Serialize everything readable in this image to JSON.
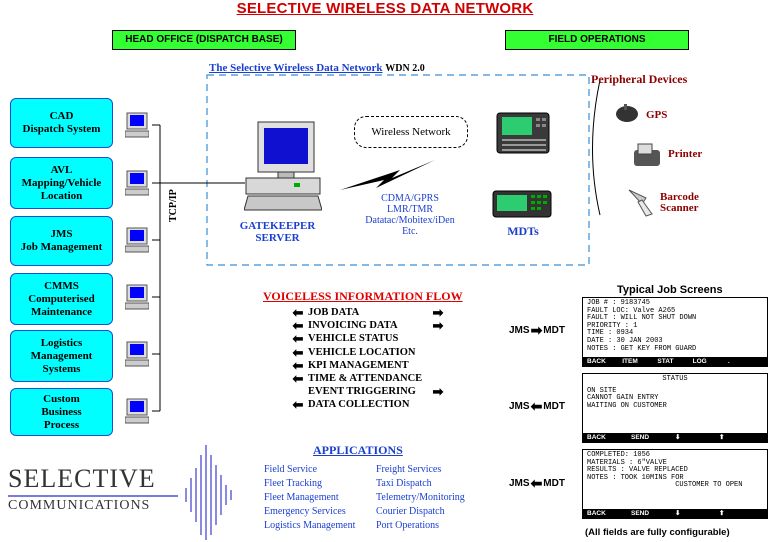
{
  "title": "SELECTIVE WIRELESS DATA NETWORK",
  "headers": {
    "head_office": "HEAD OFFICE (DISPATCH BASE)",
    "field_ops": "FIELD OPERATIONS"
  },
  "network_label": {
    "main": "The Selective Wireless Data Network",
    "version": "WDN 2.0"
  },
  "systems": [
    {
      "label": "CAD\nDispatch System"
    },
    {
      "label": "AVL\nMapping/Vehicle\nLocation"
    },
    {
      "label": "JMS\nJob Management"
    },
    {
      "label": "CMMS\nComputerised\nMaintenance"
    },
    {
      "label": "Logistics\nManagement\nSystems"
    },
    {
      "label": "Custom\nBusiness\nProcess"
    }
  ],
  "tcpip": "TCP/IP",
  "gatekeeper": {
    "line1": "GATEKEEPER",
    "line2": "SERVER"
  },
  "wireless": "Wireless Network",
  "networks": [
    "CDMA/GPRS",
    "LMR/TMR",
    "Datatac/Mobitex/iDen",
    "Etc."
  ],
  "mdts": "MDTs",
  "peripherals": {
    "title": "Peripheral Devices",
    "gps": "GPS",
    "printer": "Printer",
    "barcode": "Barcode\nScanner"
  },
  "flow": {
    "title": "VOICELESS INFORMATION FLOW",
    "items": [
      {
        "label": "JOB DATA",
        "left": true,
        "right": true
      },
      {
        "label": "INVOICING DATA",
        "left": true,
        "right": true
      },
      {
        "label": "VEHICLE STATUS",
        "left": true,
        "right": false
      },
      {
        "label": "VEHICLE LOCATION",
        "left": true,
        "right": false
      },
      {
        "label": "KPI MANAGEMENT",
        "left": true,
        "right": false
      },
      {
        "label": "TIME & ATTENDANCE",
        "left": true,
        "right": false
      },
      {
        "label": "EVENT TRIGGERING",
        "left": false,
        "right": true
      },
      {
        "label": "DATA COLLECTION",
        "left": true,
        "right": false
      }
    ]
  },
  "applications": {
    "title": "APPLICATIONS",
    "col1": [
      "Field Service",
      "Fleet Tracking",
      "Fleet Management",
      "Emergency Services",
      "Logistics Management"
    ],
    "col2": [
      "Freight Services",
      "Taxi Dispatch",
      "Telemetry/Monitoring",
      "Courier Dispatch",
      "Port Operations"
    ]
  },
  "logo": {
    "line1": "SELECTIVE",
    "line2": "COMMUNICATIONS"
  },
  "job_screens": {
    "title": "Typical Job Screens",
    "jms": "JMS",
    "mdt": "MDT",
    "screen1": {
      "lines": [
        "JOB #       : 9183745",
        "FAULT LOC: Valve A265",
        "FAULT       : WILL NOT SHUT DOWN",
        "PRIORITY  : 1",
        "TIME         : 0934",
        "DATE         : 30 JAN 2003",
        "NOTES       : GET KEY FROM GUARD"
      ],
      "bar": [
        "BACK",
        "ITEM",
        "STAT",
        "LOG",
        "."
      ]
    },
    "screen2": {
      "header": "STATUS",
      "lines": [
        "ON SITE",
        "CANNOT GAIN ENTRY",
        "WAITING ON CUSTOMER"
      ],
      "bar": [
        "BACK",
        "SEND",
        "⬇",
        "⬆"
      ]
    },
    "screen3": {
      "lines": [
        "COMPLETED: 1056",
        "MATERIALS : 6\"VALVE",
        "RESULTS    : VALVE REPLACED",
        "NOTES        : TOOK 10MINS FOR",
        "                     CUSTOMER TO OPEN"
      ],
      "bar": [
        "BACK",
        "SEND",
        "⬇",
        "⬆"
      ]
    },
    "footnote": "(All fields are fully configurable)"
  },
  "colors": {
    "title_red": "#d00000",
    "header_green": "#33ff33",
    "system_cyan": "#00ffff",
    "label_blue": "#1a3fd0",
    "dashed_blue": "#3a8fd8",
    "peripheral_red": "#8b0000"
  }
}
